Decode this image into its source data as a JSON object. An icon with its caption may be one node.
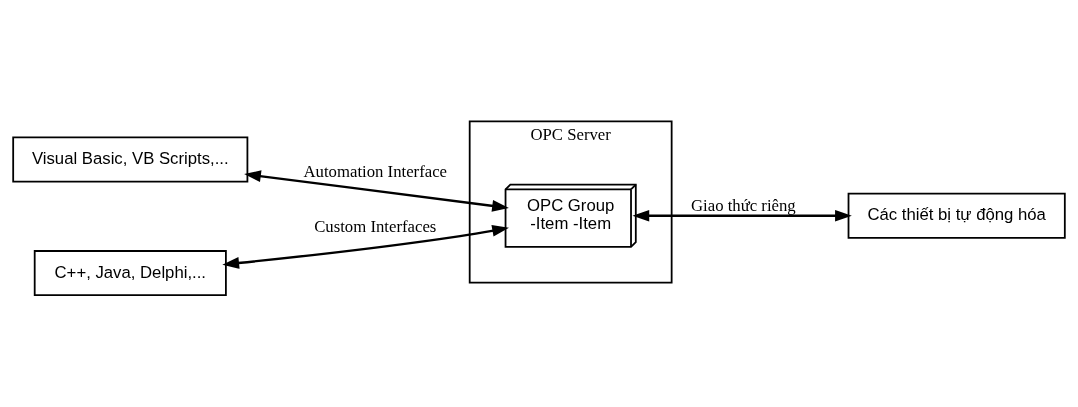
{
  "diagram": {
    "nodes": [
      {
        "text": [
          "Visual Basic, VB Scripts,..."
        ]
      },
      {
        "text": [
          "C++, Java, Delphi,..."
        ]
      },
      {
        "text": [
          "OPC Server"
        ]
      },
      {
        "text": [
          "OPC Group",
          "-Item -Item"
        ],
        "in": 2
      },
      {
        "text": [
          "Các thiết bị tự động hóa"
        ]
      }
    ],
    "edges": [
      {
        "from": 0,
        "to": 3,
        "arrow": "both",
        "label": "Automation Interface"
      },
      {
        "from": 1,
        "to": 3,
        "arrow": "both",
        "label": "Custom Interfaces"
      },
      {
        "from": 3,
        "to": 4,
        "arrow": "both",
        "label": "Giao thức riêng"
      }
    ]
  }
}
